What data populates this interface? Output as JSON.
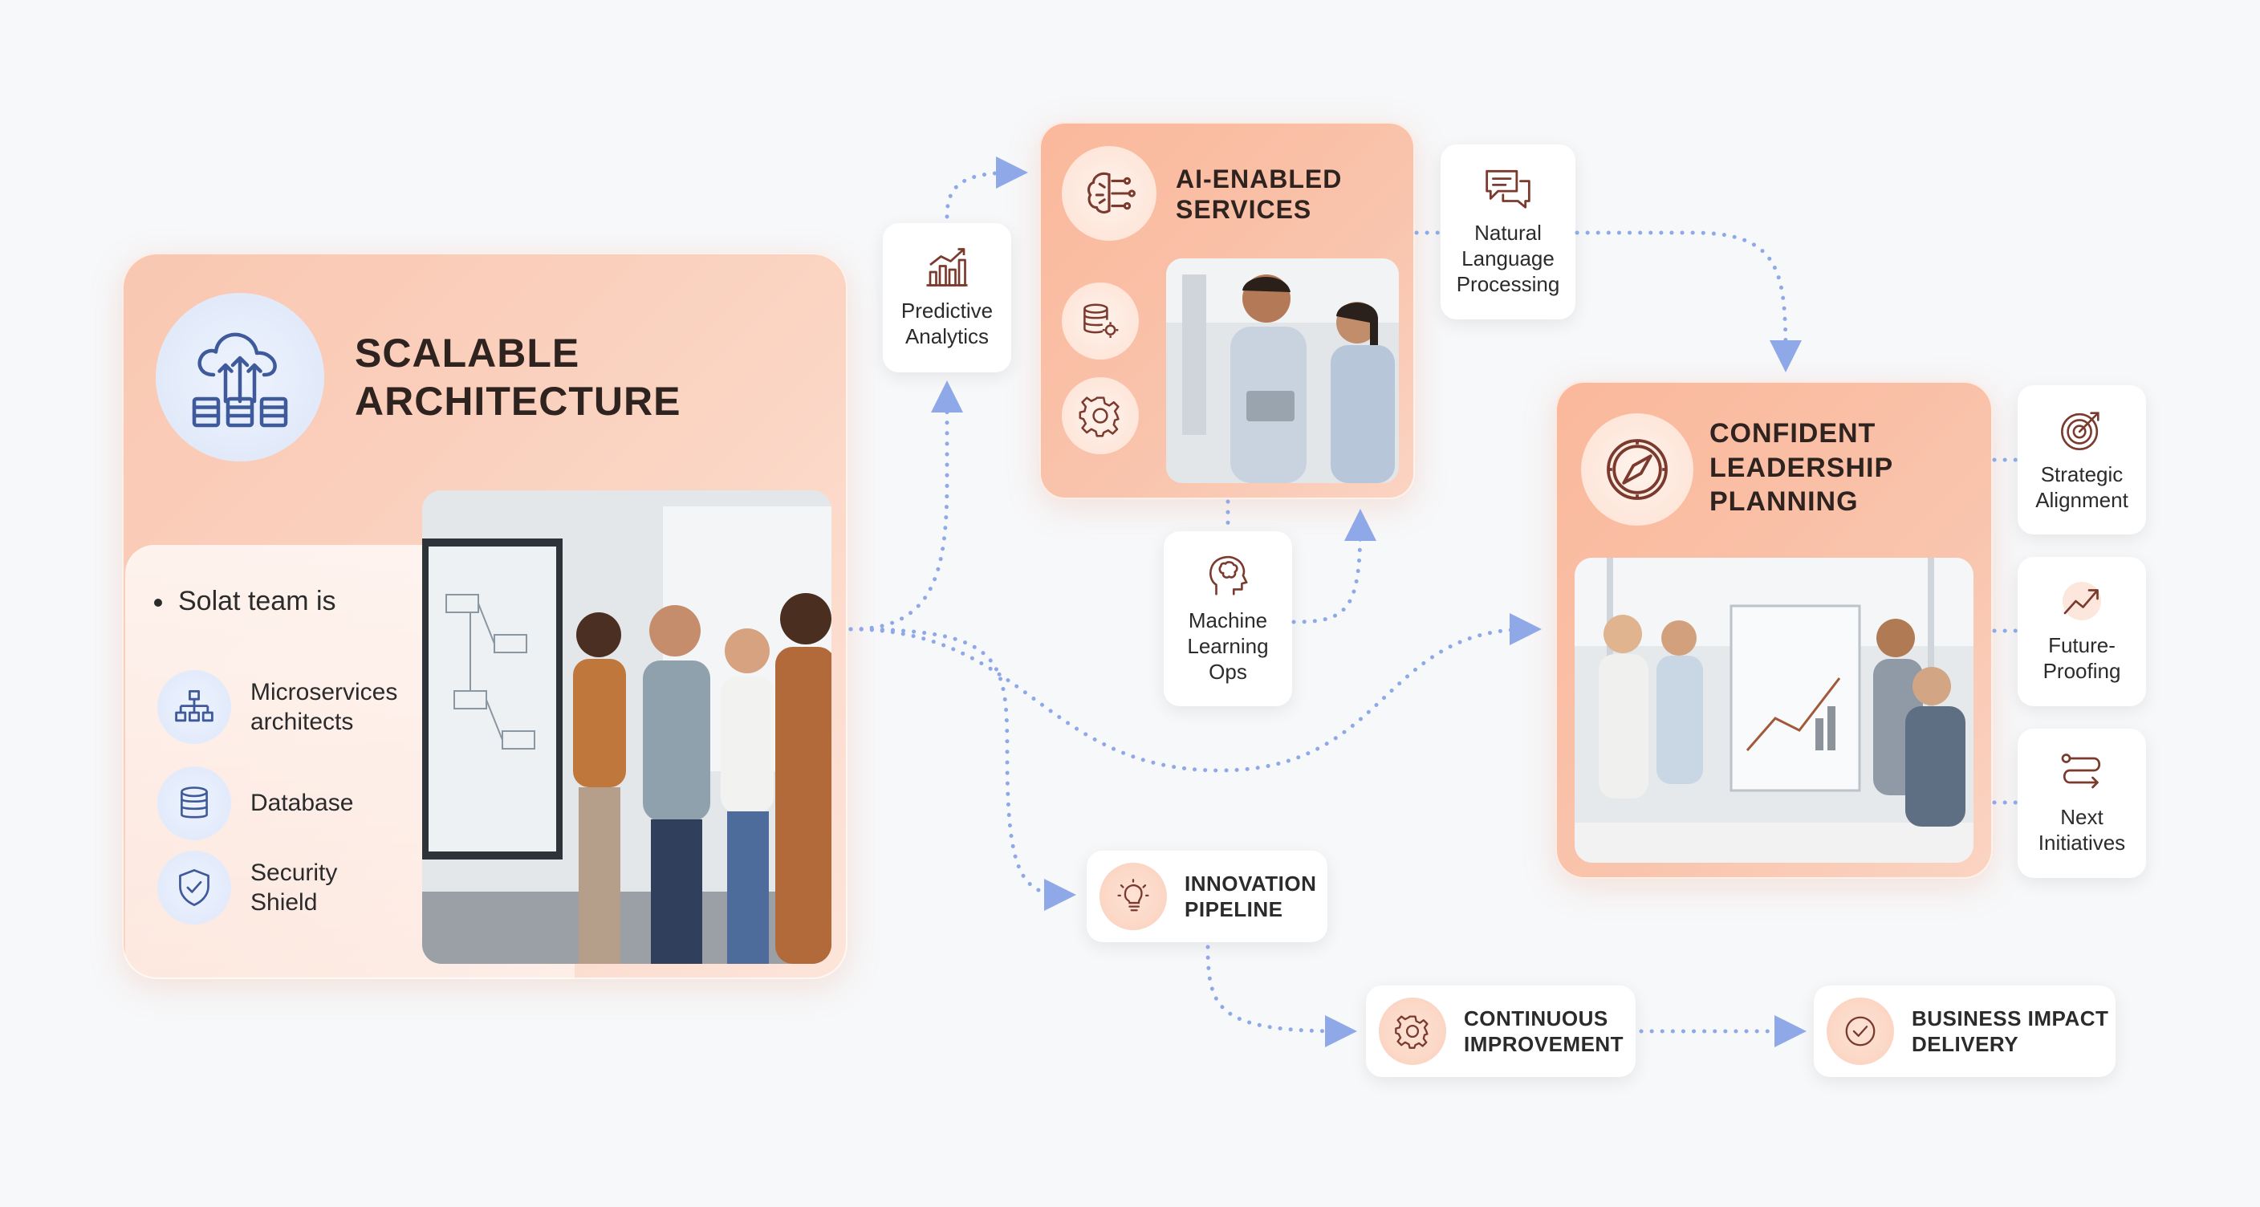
{
  "scalable": {
    "title": "SCALABLE\nARCHITECTURE",
    "bullet": "Solat team is",
    "items": [
      {
        "label": "Microservices\narchitects",
        "icon": "hierarchy-icon"
      },
      {
        "label": "Database",
        "icon": "database-icon"
      },
      {
        "label": "Security\nShield",
        "icon": "shield-icon"
      }
    ],
    "icon": "cloud-servers-icon"
  },
  "ai": {
    "title": "AI-ENABLED\nSERVICES",
    "icons": [
      "brain-circuit-icon",
      "database-gear-icon",
      "gear-icon"
    ]
  },
  "leadership": {
    "title": "CONFIDENT\nLEADERSHIP\nPLANNING",
    "icon": "compass-icon"
  },
  "nodes": {
    "predictive": "Predictive\nAnalytics",
    "nlp": "Natural\nLanguage\nProcessing",
    "mlops": "Machine\nLearning\nOps",
    "strategic": "Strategic\nAlignment",
    "future": "Future-\nProofing",
    "next": "Next\nInitiatives"
  },
  "pills": {
    "innovation": "INNOVATION\nPIPELINE",
    "continuous": "CONTINUOUS\nIMPROVEMENT",
    "business": "BUSINESS IMPACT\nDELIVERY"
  },
  "colors": {
    "accent": "#f4a98a",
    "connector": "#8fa9e8",
    "icon_stroke": "#7a3b2e",
    "list_icon_stroke": "#3e5a9a"
  }
}
